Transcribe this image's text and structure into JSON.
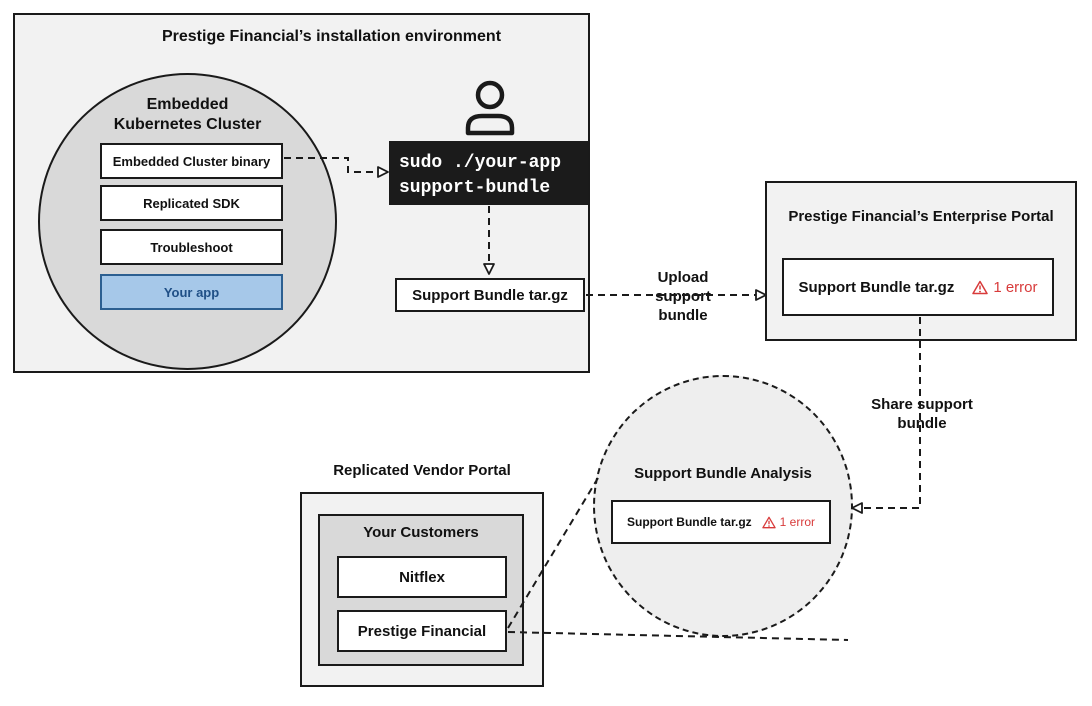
{
  "installation_env": {
    "title": "Prestige Financial’s installation environment",
    "cluster": {
      "title_line1": "Embedded",
      "title_line2": "Kubernetes Cluster",
      "items": [
        "Embedded Cluster binary",
        "Replicated SDK",
        "Troubleshoot",
        "Your app"
      ]
    },
    "command_line1": "sudo ./your-app",
    "command_line2": "support-bundle",
    "bundle_label": "Support Bundle tar.gz"
  },
  "enterprise_portal": {
    "title": "Prestige Financial’s Enterprise Portal",
    "bundle_label": "Support Bundle tar.gz",
    "error_label": "1 error"
  },
  "upload_label": {
    "line1": "Upload",
    "line2": "support",
    "line3": "bundle"
  },
  "share_label": {
    "line1": "Share support",
    "line2": "bundle"
  },
  "analysis": {
    "title": "Support Bundle Analysis",
    "bundle_label": "Support Bundle tar.gz",
    "error_label": "1 error"
  },
  "vendor_portal": {
    "title": "Replicated Vendor Portal",
    "customers_title": "Your Customers",
    "customers": [
      "Nitflex",
      "Prestige Financial"
    ]
  },
  "colors": {
    "panel_bg": "#f2f2f2",
    "highlight": "#a6c8e9",
    "error": "#d83b3b",
    "command_bg": "#1b1b1b"
  },
  "icons": [
    "user-icon",
    "warning-icon"
  ]
}
